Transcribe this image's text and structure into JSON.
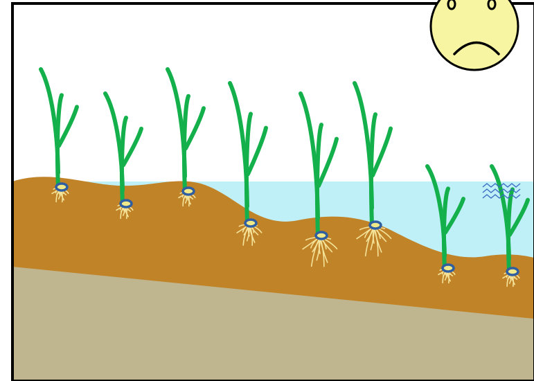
{
  "diagram": {
    "colors": {
      "frame": "#000000",
      "sky": "#ffffff",
      "water": "#bff0f8",
      "soil": "#c08328",
      "subsoil": "#bfb68f",
      "leaf": "#13b04c",
      "root": "#f5e49a",
      "root_crown": "#2f5fa0",
      "wave": "#3a6cc4",
      "face_fill": "#f7f4a2",
      "face_stroke": "#000000"
    },
    "plants": [
      {
        "id": 1,
        "root_size": "small"
      },
      {
        "id": 2,
        "root_size": "small"
      },
      {
        "id": 3,
        "root_size": "small"
      },
      {
        "id": 4,
        "root_size": "medium"
      },
      {
        "id": 5,
        "root_size": "large"
      },
      {
        "id": 6,
        "root_size": "large"
      },
      {
        "id": 7,
        "root_size": "small"
      },
      {
        "id": 8,
        "root_size": "small"
      }
    ],
    "face": {
      "expression": "sad"
    },
    "waves": {
      "icon": "water-waves-icon",
      "count": 3
    }
  }
}
